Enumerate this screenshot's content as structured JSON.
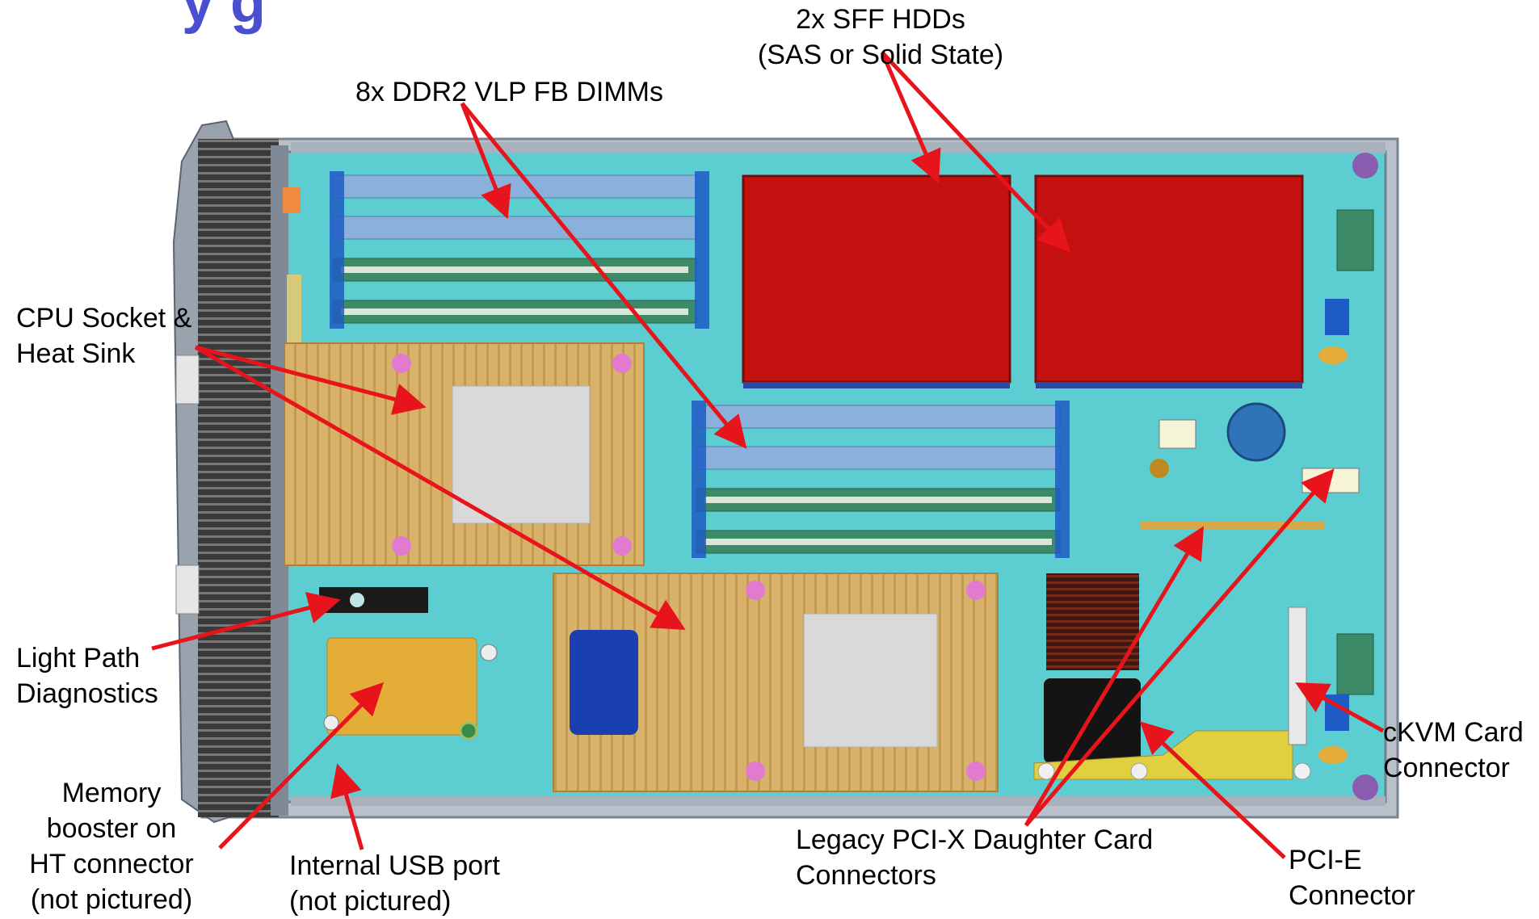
{
  "title_fragment": "y  g",
  "labels": {
    "hdds": [
      "2x SFF HDDs",
      "(SAS or Solid State)"
    ],
    "dimms": [
      "8x DDR2 VLP FB DIMMs"
    ],
    "cpu": [
      "CPU Socket &",
      "Heat Sink"
    ],
    "lightpath": [
      "Light Path",
      "Diagnostics"
    ],
    "membooster": [
      "Memory",
      "booster on",
      "HT connector",
      "(not pictured)"
    ],
    "usb": [
      "Internal USB port",
      "(not pictured)"
    ],
    "pcix": [
      "Legacy PCI-X Daughter Card",
      "Connectors"
    ],
    "pcie": [
      "PCI-E",
      "Connector"
    ],
    "ckvm": [
      "cKVM Card",
      "Connector"
    ]
  },
  "colors": {
    "board": "#5ccdd0",
    "board_edge": "#8d99a8",
    "chassis": "#3a3a3a",
    "dimm_blue": "#8ab0dc",
    "dimm_green": "#3c8a68",
    "hdd_red": "#c4110f",
    "heatsink": "#d8b26a",
    "arrow": "#e8141b"
  }
}
